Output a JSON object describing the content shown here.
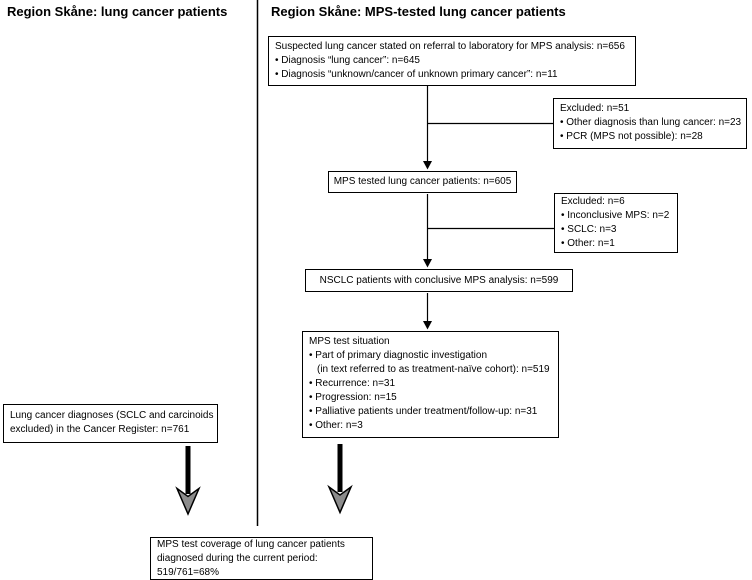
{
  "colors": {
    "background": "#ffffff",
    "line": "#000000",
    "box_border": "#000000",
    "text": "#000000",
    "big_arrowhead_fill": "#8c8c8c",
    "big_arrowhead_stroke": "#000000"
  },
  "columns": {
    "left_header": "Region Skåne: lung cancer patients",
    "right_header": "Region Skåne: MPS-tested lung cancer patients"
  },
  "boxes": {
    "suspected": {
      "lines": [
        "Suspected lung cancer stated on referral to laboratory for MPS analysis: n=656",
        "• Diagnosis “lung cancer”: n=645",
        "• Diagnosis “unknown/cancer of unknown primary cancer”: n=11"
      ]
    },
    "excluded_referral": {
      "lines": [
        "Excluded: n=51",
        "• Other diagnosis than lung cancer: n=23",
        "• PCR (MPS not possible): n=28"
      ]
    },
    "mps_tested": {
      "label": "MPS tested lung cancer patients: n=605"
    },
    "excluded_mps": {
      "lines": [
        "Excluded: n=6",
        "• Inconclusive MPS: n=2",
        "• SCLC: n=3",
        "• Other: n=1"
      ]
    },
    "nsclc": {
      "label": "NSCLC patients with conclusive MPS analysis: n=599"
    },
    "test_situation": {
      "lines": [
        "MPS test situation",
        "• Part of primary diagnostic investigation",
        "(in text referred to as treatment-naïve cohort): n=519",
        "• Recurrence: n=31",
        "• Progression: n=15",
        "• Palliative patients under treatment/follow-up: n=31",
        "• Other: n=3"
      ]
    },
    "cancer_register": {
      "lines": [
        "Lung cancer diagnoses (SCLC and carcinoids",
        "excluded) in the Cancer Register: n=761"
      ]
    },
    "coverage": {
      "lines": [
        "MPS test coverage of lung cancer patients",
        "diagnosed during the current period:",
        "519/761=68%"
      ]
    }
  }
}
